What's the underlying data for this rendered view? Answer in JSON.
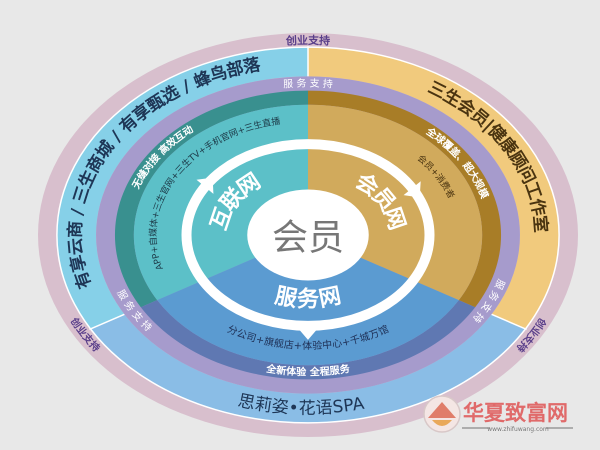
{
  "center": {
    "label": "会员"
  },
  "outer_ring": {
    "label_top": "创业支持",
    "label_left": "创业支持",
    "label_right": "创业支持"
  },
  "brand_layer": {
    "left": "有享云商 / 三生商城 / 有享甄选 / 蜂鸟部落",
    "right": "三生会员|健康顾问工作室",
    "bottom": "思莉姿•花语SPA"
  },
  "service_ring": {
    "label_top": "服 务 支 持",
    "label_left": "服 务 支 持",
    "label_right": "服 务 支 持"
  },
  "internet_net": {
    "title": "互联网",
    "slogan": "无缝对接  高效互动",
    "channels": "APP+自媒体+三生官网+三生TV+手机官网+三生直播"
  },
  "member_net": {
    "title": "会员网",
    "slogan": "全球覆盖、超大规模",
    "channels": "会员+消费者"
  },
  "service_net": {
    "title": "服务网",
    "slogan": "全新体验 全程服务",
    "channels": "分公司+旗舰店+体验中心+千城万馆"
  },
  "watermark": {
    "name": "华夏致富网",
    "url": "www.zhifuwang.com"
  },
  "colors": {
    "background": "#e8e8e8",
    "outer_pink": "#d8bfcd",
    "cyan": "#86d0e8",
    "yellow": "#f1ca7d",
    "light_blue": "#8abde6",
    "purple": "#a69bcc",
    "dark_teal": "#39908f",
    "teal": "#5cc0c8",
    "dark_gold": "#a87d27",
    "gold": "#d1aa5c",
    "dark_blue": "#5f78b2",
    "blue": "#5b9bd1"
  }
}
